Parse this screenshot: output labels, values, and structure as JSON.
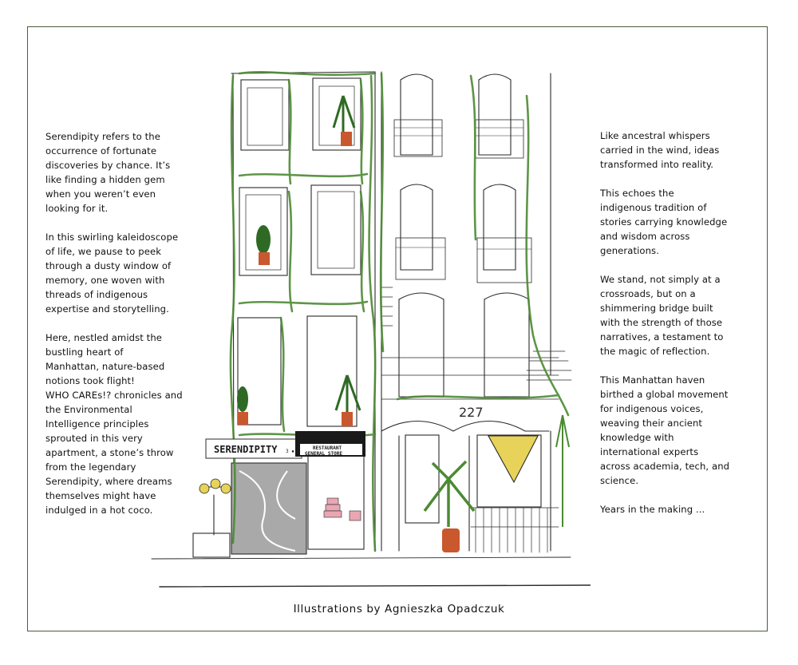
{
  "left_column": {
    "paragraphs": [
      "Serendipity  refers to the\noccurrence of fortunate\ndiscoveries by chance. It’s\nlike finding a hidden gem\nwhen you weren’t even\nlooking for it.",
      "In this swirling kaleidoscope\nof life, we pause to peek\nthrough a dusty window of\nmemory, one woven with\nthreads of indigenous\nexpertise and storytelling.",
      "Here, nestled amidst the\nbustling heart of\nManhattan, nature-based\nnotions took flight!\nWHO CAREs!? chronicles and\nthe Environmental\nIntelligence principles\nsprouted in this very\napartment, a stone’s throw\nfrom the legendary\nSerendipity, where dreams\nthemselves might have\nindulged in a hot coco."
    ]
  },
  "right_column": {
    "paragraphs": [
      "Like ancestral whispers\ncarried in the wind, ideas\ntransformed into reality.",
      "This echoes the\nindigenous tradition of\nstories carrying knowledge\nand wisdom across\ngenerations.",
      "We stand, not simply at a\ncrossroads, but on a\nshimmering bridge built\nwith the strength of those\nnarratives, a testament to\nthe magic of reflection.",
      "This Manhattan haven\nbirthed a global movement\nfor indigenous voices,\nweaving their ancient\nknowledge with\ninternational experts\nacross academia, tech, and\nscience.",
      "Years in the making ..."
    ]
  },
  "illustration": {
    "sign_main": "SERENDIPITY",
    "sign_sub": "3 ▪ 3 3",
    "sign_store_1": "RESTAURANT",
    "sign_store_2": "GENERAL STORE",
    "house_number": "227",
    "colors": {
      "ivy": "#4d8a34",
      "ivy_dark": "#2f6a24",
      "ink": "#2a2a2a",
      "pot": "#c9582f",
      "awning": "#e8d35a",
      "door_gray": "#a9a9a9",
      "frame": "#4a5e3a"
    }
  },
  "caption": "Illustrations by Agnieszka Opadczuk"
}
